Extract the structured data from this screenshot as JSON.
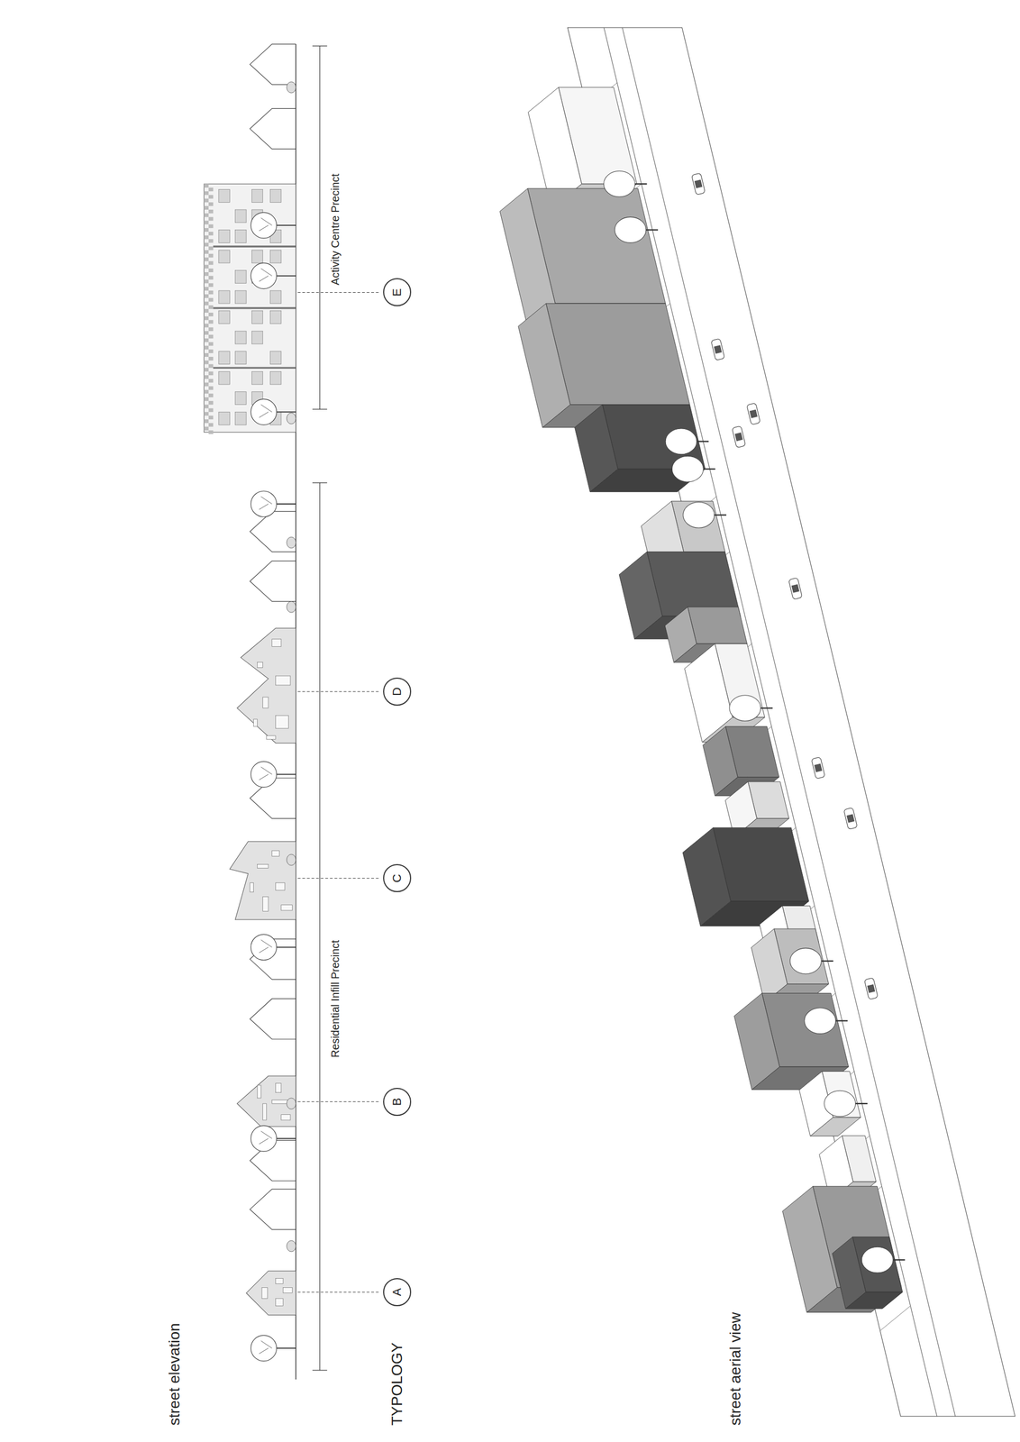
{
  "diagram": {
    "nodes": [
      {
        "text": [
          "A"
        ]
      },
      {
        "text": [
          "B"
        ]
      },
      {
        "text": [
          "C"
        ]
      },
      {
        "text": [
          "D"
        ]
      },
      {
        "text": [
          "E"
        ]
      }
    ],
    "labels": [
      "street elevation",
      "TYPOLOGY",
      "Residential Infill Precinct",
      "Activity Centre Precinct",
      "street aerial view"
    ]
  }
}
